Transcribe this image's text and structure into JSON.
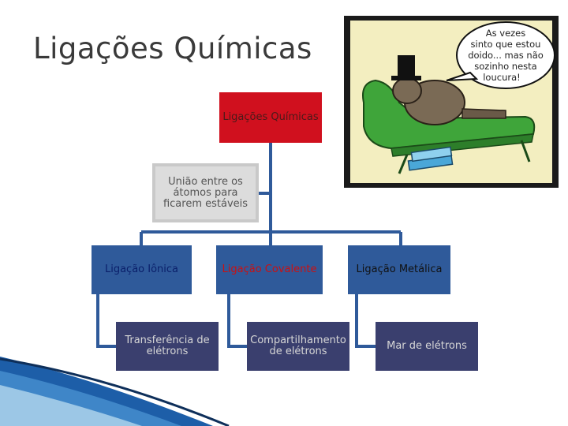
{
  "title": "Ligações Químicas",
  "root": {
    "label": "Ligações Químicas"
  },
  "note": {
    "label": "União entre os átomos para ficarem estáveis"
  },
  "types": [
    {
      "label": "Ligação Iônica",
      "description": "Transferência de elétrons"
    },
    {
      "label": "Ligação Covalente",
      "description": "Compartilhamento de elétrons"
    },
    {
      "label": "Ligação Metálica",
      "description": "Mar de elétrons"
    }
  ],
  "cartoon": {
    "speech_lines": [
      "As vezes",
      "sinto que estou",
      "doido... mas não",
      "sozinho nesta",
      "loucura!"
    ]
  },
  "colors": {
    "root": "#d0101e",
    "type_box": "#2f5a9a",
    "desc_box": "#3a3f6e",
    "connector": "#2f5a9a",
    "accent_ribbon": "#1d5ea8"
  }
}
